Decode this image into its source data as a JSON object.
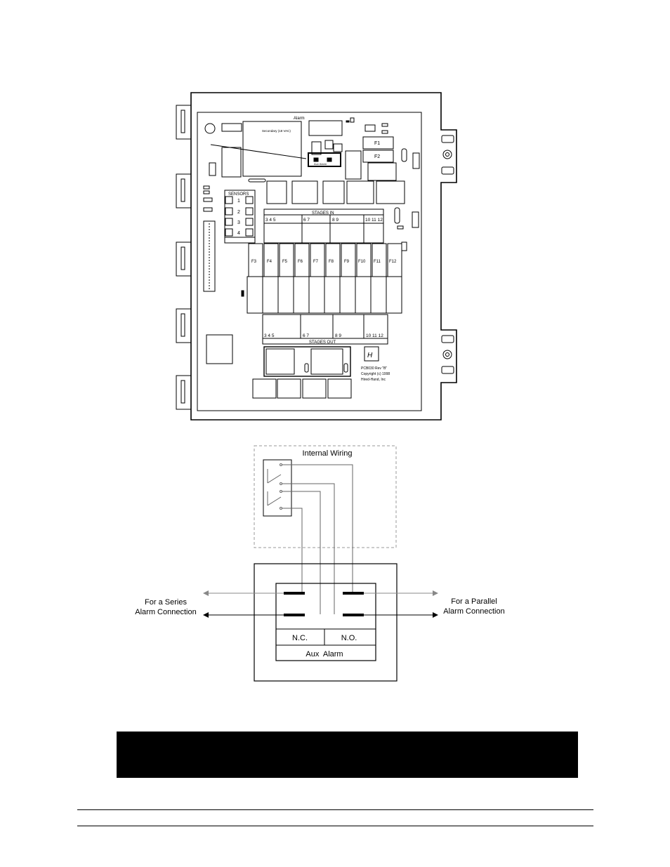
{
  "board": {
    "sensors_label": "SENSORS",
    "sensor_numbers": [
      "1",
      "2",
      "3",
      "4"
    ],
    "secondary_label": "Secondary (18 VAC)",
    "aux_alarm_small": "Aux Alarm",
    "alarm_label": "Alarm",
    "fuse_top": [
      "F1",
      "F2"
    ],
    "fuses": [
      "F3",
      "F4",
      "F5",
      "F6",
      "F7",
      "F8",
      "F9",
      "F10",
      "F11",
      "F12"
    ],
    "stages_in": "STAGES IN",
    "stages_out": "STAGES OUT",
    "stage_groups": [
      "3 4 5",
      "6 7",
      "8 9",
      "10 11 12"
    ],
    "pcb_rev": "PCB030 Rev \"B\"",
    "copyright": "Copyright (c) 1998",
    "maker": "Hired-Hand, Inc"
  },
  "wiring": {
    "title": "Internal Wiring",
    "left_label_1": "For a Series",
    "left_label_2": "Alarm Connection",
    "right_label_1": "For a Parallel",
    "right_label_2": "Alarm Connection",
    "nc": "N.C.",
    "no": "N.O.",
    "aux_alarm": "Aux  Alarm"
  }
}
